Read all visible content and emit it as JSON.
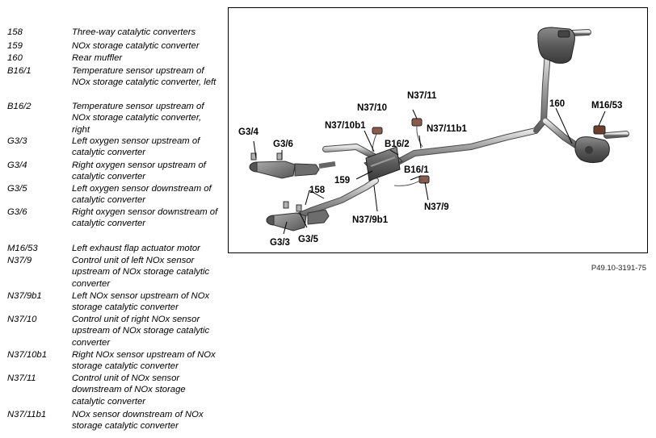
{
  "legend": [
    {
      "code": "158",
      "desc": "Three-way catalytic converters"
    },
    {
      "code": "159",
      "desc": "NOx storage catalytic converter"
    },
    {
      "code": "160",
      "desc": "Rear muffler"
    },
    {
      "code": "B16/1",
      "desc": "Temperature sensor upstream of NOx storage catalytic converter, left"
    },
    {
      "code": "B16/2",
      "desc": "Temperature sensor upstream of NOx storage catalytic converter, right"
    },
    {
      "code": "G3/3",
      "desc": "Left oxygen sensor upstream of catalytic converter"
    },
    {
      "code": "G3/4",
      "desc": "Right oxygen sensor upstream of catalytic converter"
    },
    {
      "code": "G3/5",
      "desc": "Left oxygen sensor downstream of catalytic converter"
    },
    {
      "code": "G3/6",
      "desc": "Right oxygen sensor downstream of catalytic converter"
    },
    {
      "code": "M16/53",
      "desc": "Left exhaust flap actuator motor"
    },
    {
      "code": "N37/9",
      "desc": "Control unit of left NOx sensor upstream of NOx storage catalytic converter"
    },
    {
      "code": "N37/9b1",
      "desc": "Left NOx sensor upstream of NOx storage catalytic converter"
    },
    {
      "code": "N37/10",
      "desc": "Control unit of right NOx sensor upstream of NOx storage catalytic converter"
    },
    {
      "code": "N37/10b1",
      "desc": "Right NOx sensor upstream of NOx storage catalytic converter"
    },
    {
      "code": "N37/11",
      "desc": "Control unit of NOx sensor downstream of NOx storage catalytic converter"
    },
    {
      "code": "N37/11b1",
      "desc": "NOx sensor downstream of NOx storage catalytic converter"
    }
  ],
  "figure": {
    "labels": {
      "g3_4": "G3/4",
      "g3_6": "G3/6",
      "n37_10": "N37/10",
      "n37_10b1": "N37/10b1",
      "n37_11": "N37/11",
      "n37_11b1": "N37/11b1",
      "b16_2": "B16/2",
      "b16_1": "B16/1",
      "c159": "159",
      "c158": "158",
      "c160": "160",
      "m16_53": "M16/53",
      "n37_9b1": "N37/9b1",
      "n37_9": "N37/9",
      "g3_3": "G3/3",
      "g3_5": "G3/5"
    },
    "figure_id": "P49.10-3191-75"
  }
}
